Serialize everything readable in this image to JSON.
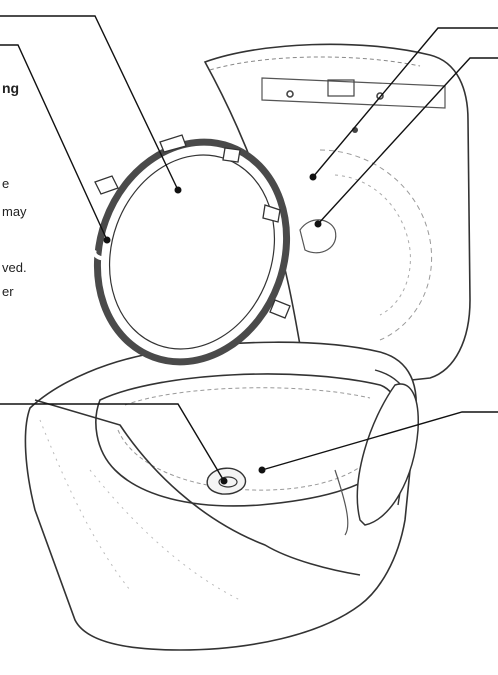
{
  "diagram": {
    "text_fragments": [
      {
        "id": "frag-1",
        "text": "ng",
        "bold": true
      },
      {
        "id": "frag-2",
        "text": "e"
      },
      {
        "id": "frag-3",
        "text": "may"
      },
      {
        "id": "frag-4",
        "text": "ved."
      },
      {
        "id": "frag-5",
        "text": "er"
      }
    ],
    "colors": {
      "ink": "#222222",
      "gasket": "#4a4a4a",
      "paper": "#ffffff"
    }
  }
}
